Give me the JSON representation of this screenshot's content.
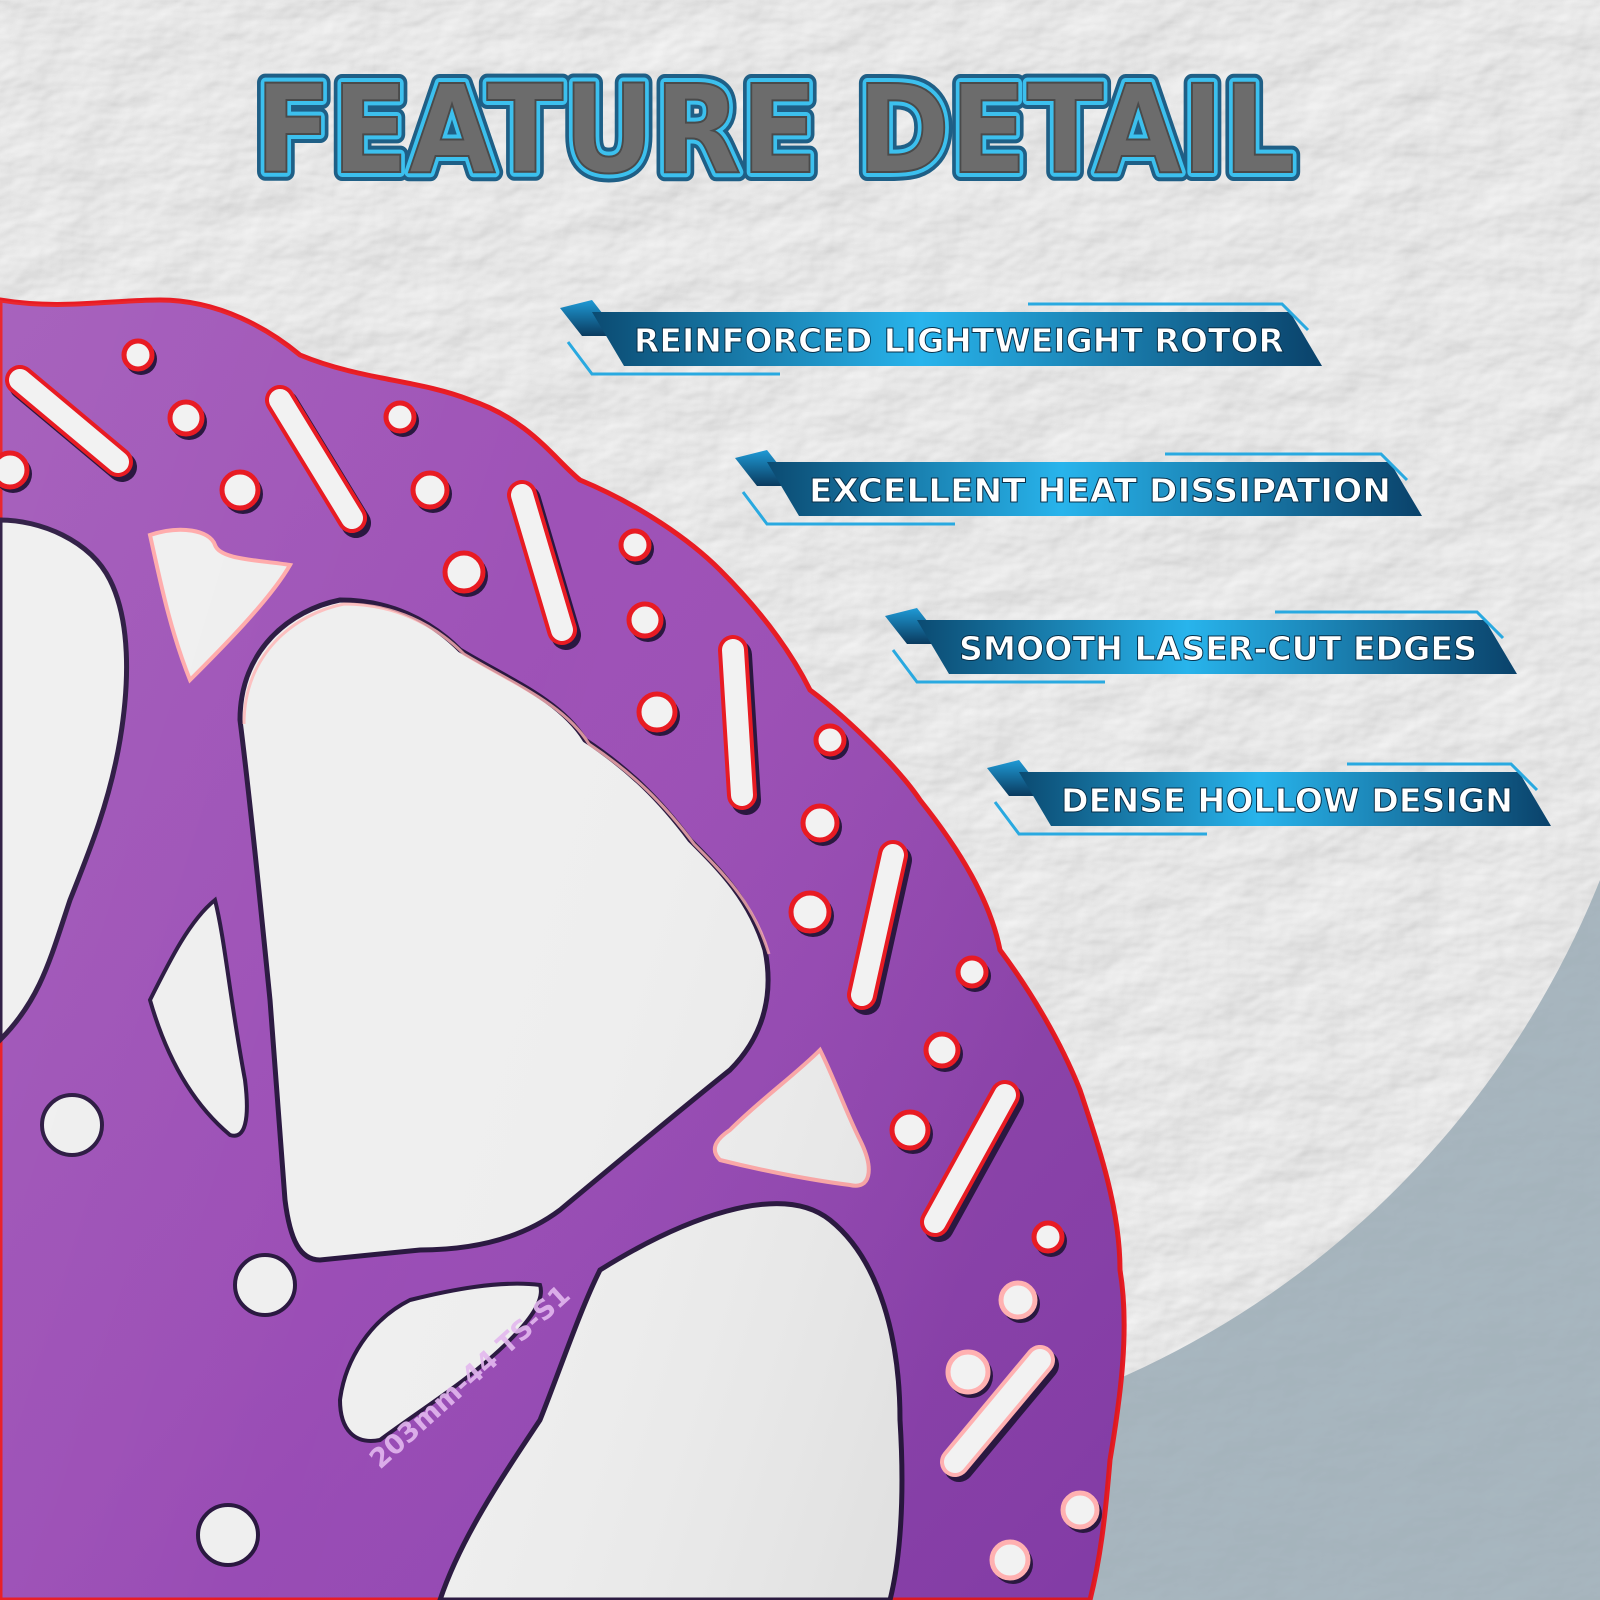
{
  "header": {
    "title": "FEATURE DETAIL"
  },
  "features": [
    {
      "label": "REINFORCED LIGHTWEIGHT ROTOR"
    },
    {
      "label": "EXCELLENT HEAT DISSIPATION"
    },
    {
      "label": "SMOOTH LASER-CUT EDGES"
    },
    {
      "label": "DENSE HOLLOW DESIGN"
    }
  ],
  "rotor": {
    "engraving": "203mm-44 TS-S1"
  },
  "colors": {
    "background": "#f1f1f1",
    "bottom_band": "#aab9c2",
    "rotor_body": "#9b4fb4",
    "rotor_edge": "#e81b23",
    "title_fill": "#6c6c6c",
    "title_outline": "#2aa7dc",
    "ribbon_light": "#28b4ec",
    "ribbon_dark": "#0b4b72"
  }
}
